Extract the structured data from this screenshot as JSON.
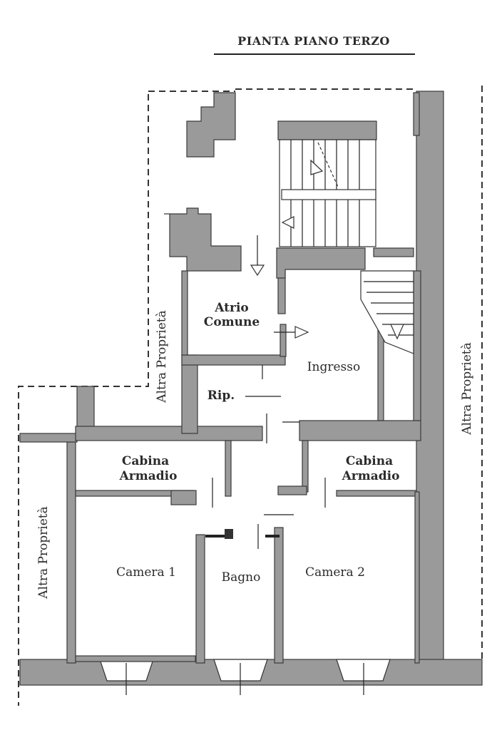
{
  "title": "PIANTA PIANO TERZO",
  "rooms": {
    "atrio_line1": "Atrio",
    "atrio_line2": "Comune",
    "ingresso": "Ingresso",
    "ripostiglio": "Rip.",
    "cabina1_line1": "Cabina",
    "cabina1_line2": "Armadio",
    "cabina2_line1": "Cabina",
    "cabina2_line2": "Armadio",
    "camera1": "Camera 1",
    "bagno": "Bagno",
    "camera2": "Camera 2"
  },
  "neighbors": {
    "left_top": "Altra Proprietà",
    "left_bottom": "Altra Proprietà",
    "right": "Altra Proprietà"
  }
}
